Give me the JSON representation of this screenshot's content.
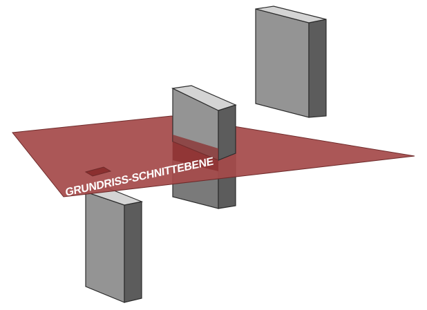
{
  "diagram": {
    "plane_label": "GRUNDRISS-SCHNITTEBENE",
    "colors": {
      "plane_fill": "#a54a4a",
      "plane_edge": "#6e2a2a",
      "plane_overlay": "#b85555",
      "wall_front": "#949494",
      "wall_side": "#5c5c5c",
      "wall_top": "#d4d4d4",
      "wall_edge": "#2b2b2b",
      "cut_fill": "#8b2f2f"
    },
    "objects": [
      "back-wall-block",
      "middle-wall-block",
      "front-wall-block",
      "floor-plan-section-plane"
    ]
  }
}
